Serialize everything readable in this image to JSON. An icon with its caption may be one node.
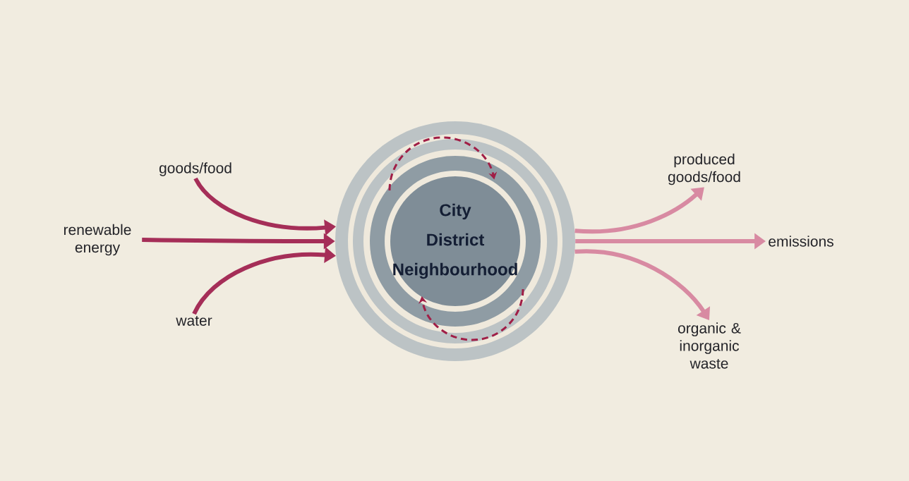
{
  "diagram": {
    "nodes": [
      {
        "text": [
          "goods/food"
        ]
      },
      {
        "text": [
          "renewable energy"
        ]
      },
      {
        "text": [
          "water"
        ]
      },
      {
        "text": [
          "City",
          "District",
          "Neighbourhood"
        ]
      },
      {
        "text": [
          "produced goods/food"
        ]
      },
      {
        "text": [
          "emissions"
        ]
      },
      {
        "text": [
          "organic & inorganic waste"
        ]
      }
    ],
    "edges": [
      {
        "from": 0,
        "to": 3,
        "arrow": "to",
        "color": "#a52e58"
      },
      {
        "from": 1,
        "to": 3,
        "arrow": "to",
        "color": "#a52e58"
      },
      {
        "from": 2,
        "to": 3,
        "arrow": "to",
        "color": "#a52e58"
      },
      {
        "from": 3,
        "to": 4,
        "arrow": "to",
        "color": "#d88aa2"
      },
      {
        "from": 3,
        "to": 5,
        "arrow": "to",
        "color": "#d88aa2"
      },
      {
        "from": 3,
        "to": 6,
        "arrow": "to",
        "color": "#d88aa2"
      }
    ]
  }
}
